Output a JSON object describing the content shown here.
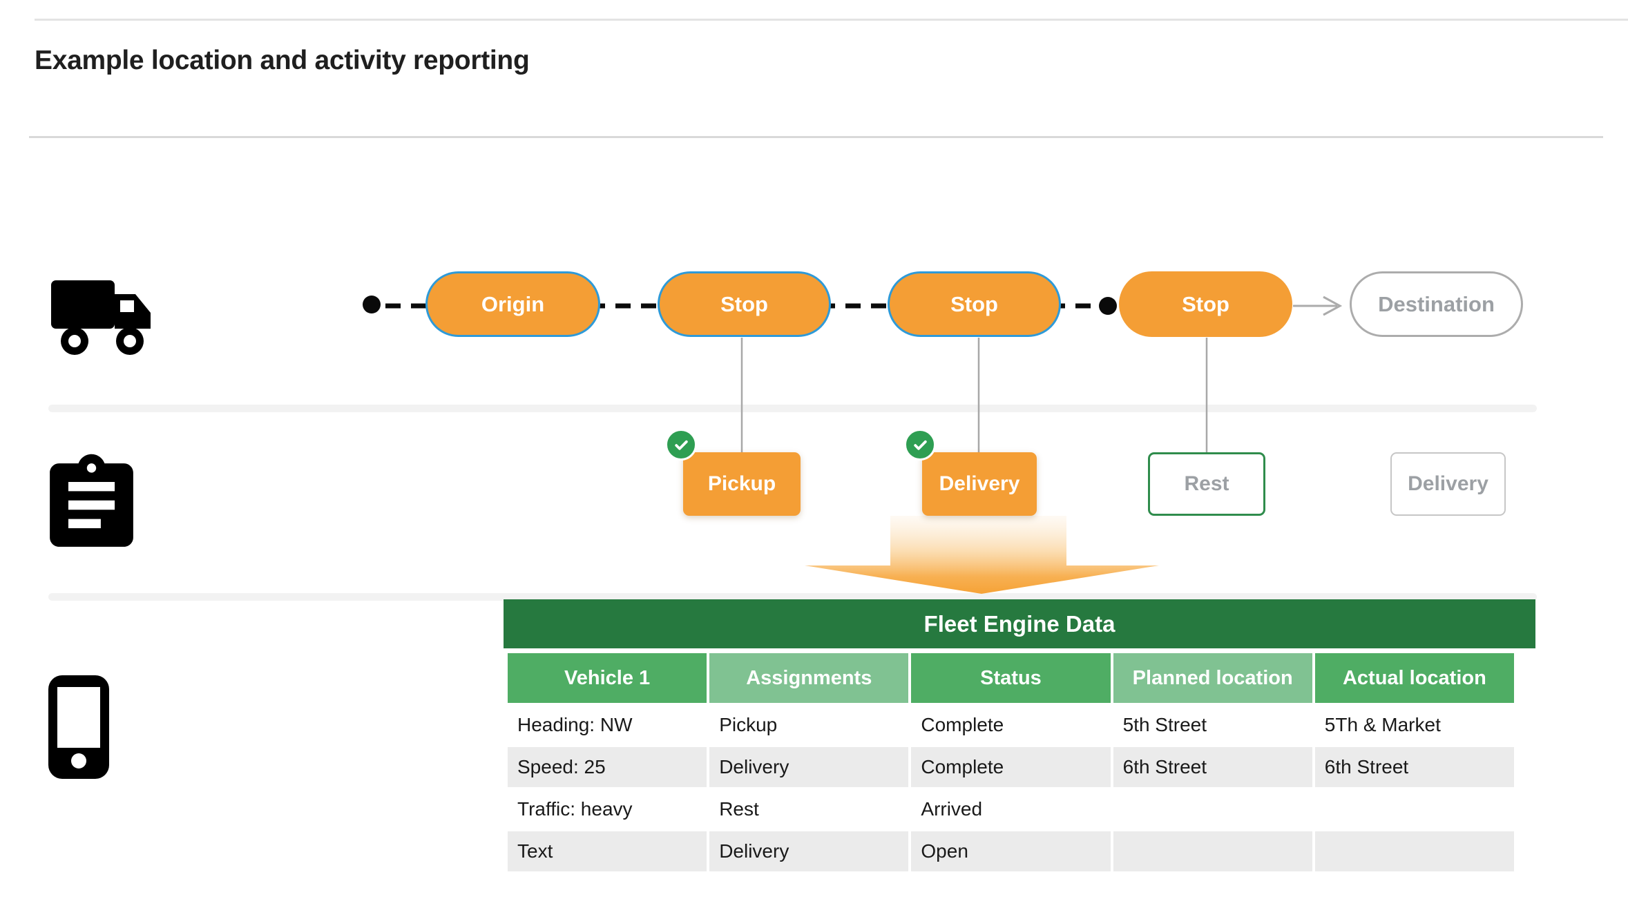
{
  "page": {
    "title": "Example location and activity reporting"
  },
  "route": {
    "nodes": [
      {
        "label": "Origin",
        "style": "visited"
      },
      {
        "label": "Stop",
        "style": "visited"
      },
      {
        "label": "Stop",
        "style": "visited"
      },
      {
        "label": "Stop",
        "style": "current"
      },
      {
        "label": "Destination",
        "style": "future"
      }
    ]
  },
  "activities": [
    {
      "label": "Pickup",
      "checked": true
    },
    {
      "label": "Delivery",
      "checked": true
    },
    {
      "label": "Rest",
      "checked": false
    },
    {
      "label": "Delivery",
      "checked": false
    }
  ],
  "icons": {
    "vehicle": "truck-icon",
    "tasks": "clipboard-icon",
    "device": "smartphone-icon",
    "done": "check-icon",
    "flow": "down-arrow"
  },
  "fleet_table": {
    "title": "Fleet Engine Data",
    "columns": [
      "Vehicle 1",
      "Assignments",
      "Status",
      "Planned location",
      "Actual location"
    ],
    "rows": [
      [
        "Heading: NW",
        "Pickup",
        "Complete",
        "5th Street",
        "5Th & Market"
      ],
      [
        "Speed: 25",
        "Delivery",
        "Complete",
        "6th Street",
        "6th Street"
      ],
      [
        "Traffic: heavy",
        "Rest",
        "Arrived",
        "",
        ""
      ],
      [
        "Text",
        "Delivery",
        "Open",
        "",
        ""
      ]
    ]
  },
  "colors": {
    "orange": "#F49E35",
    "pill_border_blue": "#2E9AD8",
    "table_title_green": "#26793F",
    "header_green_medium": "#4FAD64",
    "header_green_light": "#80C292",
    "badge_green": "#2E9E52",
    "rest_border_green": "#2F8C4C",
    "alt_row_gray": "#EBEBEB"
  }
}
